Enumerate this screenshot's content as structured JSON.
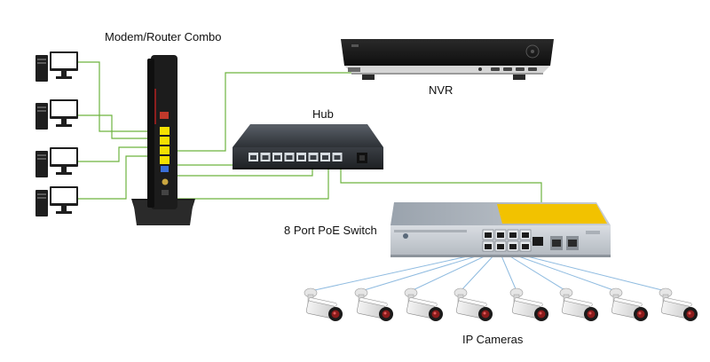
{
  "labels": {
    "router": "Modem/Router Combo",
    "nvr": "NVR",
    "hub": "Hub",
    "poe_switch": "8 Port PoE Switch",
    "cameras": "IP Cameras"
  },
  "colors": {
    "network_cable": "#6db33f",
    "camera_cable": "#7fb0d8",
    "router_port": "#f5e000",
    "device_dark": "#1c1c1c",
    "switch_body": "#c9cfd6",
    "switch_accent": "#f2c200"
  },
  "counts": {
    "computers": 4,
    "cameras": 8,
    "hub_ports": 8,
    "poe_ports": 8
  }
}
